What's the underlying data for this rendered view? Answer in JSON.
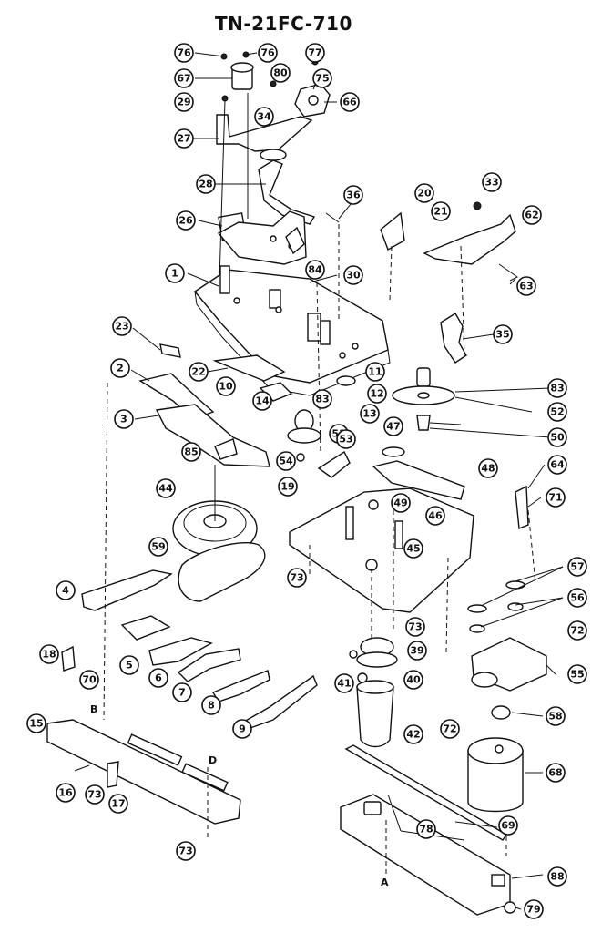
{
  "title": "TN-21FC-710",
  "letters": {
    "a": "A",
    "b": "B",
    "d": "D"
  },
  "callouts": [
    "76",
    "76",
    "77",
    "67",
    "80",
    "75",
    "29",
    "66",
    "34",
    "27",
    "28",
    "36",
    "20",
    "33",
    "21",
    "62",
    "26",
    "1",
    "84",
    "30",
    "63",
    "35",
    "23",
    "22",
    "11",
    "83",
    "2",
    "10",
    "14",
    "12",
    "52",
    "83",
    "3",
    "13",
    "50",
    "51",
    "47",
    "53",
    "85",
    "54",
    "19",
    "48",
    "64",
    "44",
    "46",
    "49",
    "71",
    "59",
    "45",
    "73",
    "57",
    "4",
    "56",
    "73",
    "72",
    "18",
    "5",
    "39",
    "70",
    "55",
    "6",
    "40",
    "41",
    "7",
    "58",
    "8",
    "72",
    "9",
    "42",
    "15",
    "68",
    "16",
    "73",
    "17",
    "69",
    "78",
    "73",
    "88",
    "79"
  ]
}
